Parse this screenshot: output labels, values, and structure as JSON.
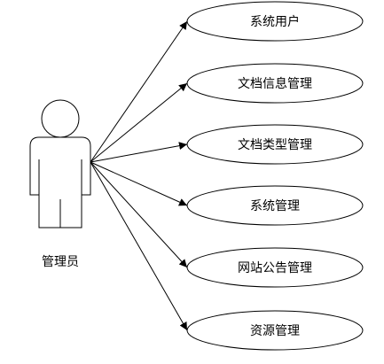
{
  "actor": {
    "label": "管理员"
  },
  "use_cases": [
    {
      "label": "系统用户"
    },
    {
      "label": "文档信息管理"
    },
    {
      "label": "文档类型管理"
    },
    {
      "label": "系统管理"
    },
    {
      "label": "网站公告管理"
    },
    {
      "label": "资源管理"
    }
  ],
  "colors": {
    "stroke": "#000000",
    "fill": "#ffffff",
    "text": "#000000"
  }
}
